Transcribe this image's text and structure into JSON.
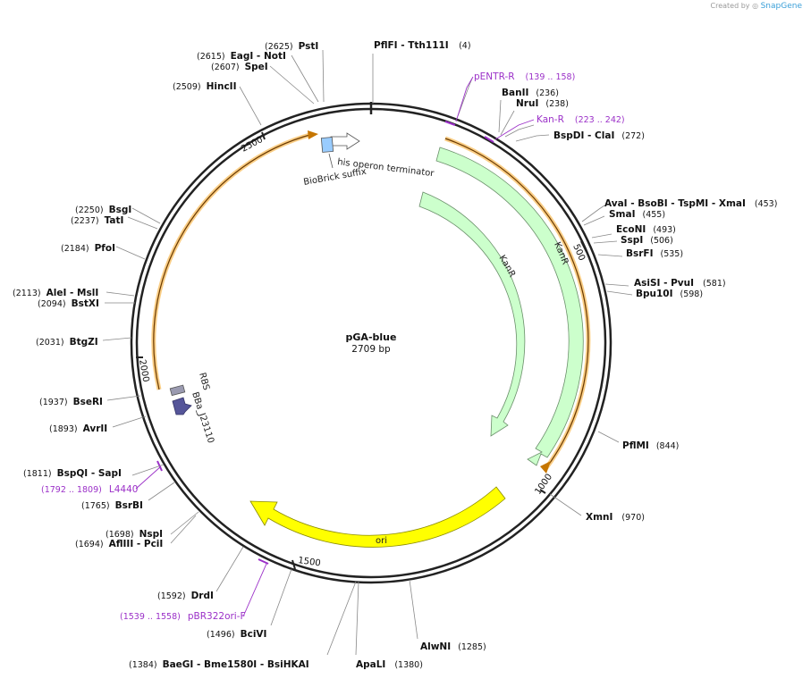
{
  "credit": {
    "prefix": "Created by",
    "brand": "SnapGene"
  },
  "plasmid": {
    "name": "pGA-blue",
    "length_label": "2709 bp",
    "length": 2709
  },
  "ticks": [
    500,
    1000,
    1500,
    2000,
    2500
  ],
  "tick_labels": [
    "500",
    "1000",
    "1500",
    "2000",
    "2500"
  ],
  "origin_site": {
    "label": "PflFI  - Tth111I",
    "pos": "(4)"
  },
  "sites_right": [
    {
      "label": "BanII",
      "pos": "(236)",
      "bp": 236
    },
    {
      "label": "NruI",
      "pos": "(238)",
      "bp": 238
    },
    {
      "label": "BspDI  - ClaI",
      "pos": "(272)",
      "bp": 272
    },
    {
      "label": "AvaI  - BsoBI  - TspMI  - XmaI",
      "pos": "(453)",
      "bp": 453
    },
    {
      "label": "SmaI",
      "pos": "(455)",
      "bp": 455
    },
    {
      "label": "EcoNI",
      "pos": "(493)",
      "bp": 493
    },
    {
      "label": "SspI",
      "pos": "(506)",
      "bp": 506
    },
    {
      "label": "BsrFI",
      "pos": "(535)",
      "bp": 535
    },
    {
      "label": "AsiSI  - PvuI",
      "pos": "(581)",
      "bp": 581
    },
    {
      "label": "Bpu10I",
      "pos": "(598)",
      "bp": 598
    },
    {
      "label": "PflMI",
      "pos": "(844)",
      "bp": 844
    },
    {
      "label": "XmnI",
      "pos": "(970)",
      "bp": 970
    },
    {
      "label": "AlwNI",
      "pos": "(1285)",
      "bp": 1285
    },
    {
      "label": "ApaLI",
      "pos": "(1380)",
      "bp": 1380
    }
  ],
  "sites_left": [
    {
      "label": "PstI",
      "pos": "(2625)",
      "bp": 2625
    },
    {
      "label": "EagI  - NotI",
      "pos": "(2615)",
      "bp": 2615
    },
    {
      "label": "SpeI",
      "pos": "(2607)",
      "bp": 2607
    },
    {
      "label": "HincII",
      "pos": "(2509)",
      "bp": 2509
    },
    {
      "label": "BsgI",
      "pos": "(2250)",
      "bp": 2250
    },
    {
      "label": "TatI",
      "pos": "(2237)",
      "bp": 2237
    },
    {
      "label": "PfoI",
      "pos": "(2184)",
      "bp": 2184
    },
    {
      "label": "AleI  - MslI",
      "pos": "(2113)",
      "bp": 2113
    },
    {
      "label": "BstXI",
      "pos": "(2094)",
      "bp": 2094
    },
    {
      "label": "BtgZI",
      "pos": "(2031)",
      "bp": 2031
    },
    {
      "label": "BseRI",
      "pos": "(1937)",
      "bp": 1937
    },
    {
      "label": "AvrII",
      "pos": "(1893)",
      "bp": 1893
    },
    {
      "label": "BspQI  - SapI",
      "pos": "(1811)",
      "bp": 1811
    },
    {
      "label": "BsrBI",
      "pos": "(1765)",
      "bp": 1765
    },
    {
      "label": "NspI",
      "pos": "(1698)",
      "bp": 1698
    },
    {
      "label": "AflIII  - PciI",
      "pos": "(1694)",
      "bp": 1694
    },
    {
      "label": "DrdI",
      "pos": "(1592)",
      "bp": 1592
    },
    {
      "label": "BciVI",
      "pos": "(1496)",
      "bp": 1496
    },
    {
      "label": "BaeGI  - Bme1580I  - BsiHKAI",
      "pos": "(1384)",
      "bp": 1384
    }
  ],
  "primers": [
    {
      "label": "pENTR-R",
      "pos": "(139 .. 158)"
    },
    {
      "label": "Kan-R",
      "pos": "(223 .. 242)"
    },
    {
      "label": "L4440",
      "pos": "(1792 .. 1809)"
    },
    {
      "label": "pBR322ori-F",
      "pos": "(1539 .. 1558)"
    }
  ],
  "features": [
    {
      "label": "KanR",
      "color": "#ccffcc"
    },
    {
      "label": "KanR",
      "color": "#ccffcc"
    },
    {
      "label": "ori",
      "color": "#ffff00"
    },
    {
      "label": "his operon terminator",
      "color": "#ffffff"
    },
    {
      "label": "BioBrick suffix",
      "color": "#99ccff"
    },
    {
      "label": "RBS",
      "color": "#9a9ab0"
    },
    {
      "label": "BBa_J23110",
      "color": "#555599"
    }
  ],
  "colors": {
    "primer": "#9b30c8",
    "orf": "#f5a623",
    "backbone": "#222222"
  }
}
